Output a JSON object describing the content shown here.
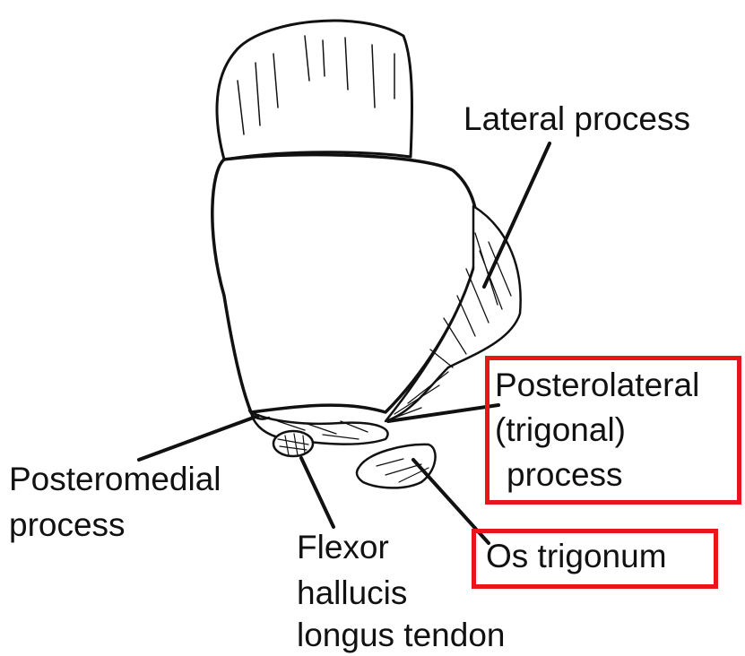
{
  "labels": {
    "lateral_process": "Lateral process",
    "posterolateral": [
      "Posterolateral",
      "(trigonal)",
      "process"
    ],
    "posteromedial": [
      "Posteromedial",
      "process"
    ],
    "flexor": [
      "Flexor",
      "hallucis",
      "longus tendon"
    ],
    "os_trigonum": "Os trigonum"
  },
  "colors": {
    "highlight_box": "#e8161b",
    "line": "#111111",
    "bone_fill": "#ffffff"
  }
}
